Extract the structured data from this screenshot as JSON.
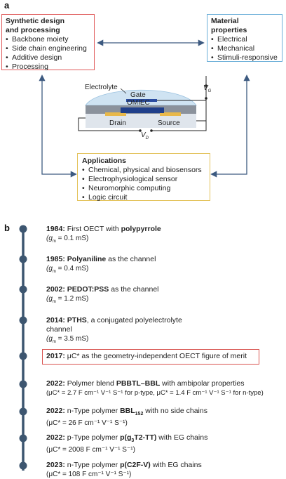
{
  "panel_a": {
    "letter": "a",
    "synthetic": {
      "title_line1": "Synthetic design",
      "title_line2": "and processing",
      "items": [
        "Backbone moiety",
        "Side chain engineering",
        "Additive design",
        "Processing"
      ]
    },
    "material": {
      "title_line1": "Material",
      "title_line2": "properties",
      "items": [
        "Electrical",
        "Mechanical",
        "Stimuli-responsive"
      ]
    },
    "device": {
      "electrolyte": "Electrolyte",
      "gate": "Gate",
      "omiec": "OMIEC",
      "drain": "Drain",
      "source": "Source",
      "vg_main": "V",
      "vg_sub": "G",
      "vd_main": "V",
      "vd_sub": "D"
    },
    "applications": {
      "title": "Applications",
      "items": [
        "Chemical, physical and biosensors",
        "Electrophysiological sensor",
        "Neuromorphic computing",
        "Logic circuit"
      ]
    },
    "colors": {
      "red": "#e05a5a",
      "blue": "#6aaed8",
      "yellow": "#e3c25a",
      "arrow": "#3d5a80"
    }
  },
  "panel_b": {
    "letter": "b",
    "timeline": [
      {
        "year": "1984:",
        "l1a": " First OECT with ",
        "l1b": "polypyrrole",
        "l2": "(g",
        "l2s": "m",
        "l2b": " = 0.1 mS)"
      },
      {
        "year": "1985:",
        "l1a": " ",
        "l1b": "Polyaniline",
        "l1c": " as the channel",
        "l2": "(g",
        "l2s": "m",
        "l2b": " = 0.4 mS)"
      },
      {
        "year": "2002:",
        "l1a": " ",
        "l1b": "PEDOT:PSS",
        "l1c": " as the channel",
        "l2": "(g",
        "l2s": "m",
        "l2b": " = 1.2 mS)"
      },
      {
        "year": "2014:",
        "l1a": " ",
        "l1b": "PTHS",
        "l1c": ", a conjugated polyelectrolyte",
        "l2pre": "channel",
        "l2": "(g",
        "l2s": "m",
        "l2b": " = 3.5 mS)"
      },
      {
        "year": "2017:",
        "l1a": " μC* as the geometry-independent OECT figure of merit"
      },
      {
        "year": "2022:",
        "l1a": " Polymer blend ",
        "l1b": "PBBTL–BBL",
        "l1c": " with ambipolar properties",
        "l2": "(μC* = 2.7 F cm⁻¹ V⁻¹ S⁻¹ for p-type, μC* = 1.4 F cm⁻¹ V⁻¹ S⁻¹ for n-type)"
      },
      {
        "year": "2022:",
        "l1a": " n-Type polymer ",
        "l1b": "BBL",
        "l1bs": "152",
        "l1c": " with no side chains",
        "l2": "(μC* = 26 F cm⁻¹ V⁻¹ S⁻¹)"
      },
      {
        "year": "2022:",
        "l1a": " p-Type polymer ",
        "l1b": "p(g",
        "l1bs": "3",
        "l1b2": "T2-TT)",
        "l1c": " with EG chains",
        "l2": "(μC* = 2008 F cm⁻¹ V⁻¹ S⁻¹)"
      },
      {
        "year": "2023:",
        "l1a": " n-Type polymer ",
        "l1b": "p(C2F-V)",
        "l1c": " with EG chains",
        "l2": "(μC* = 108 F cm⁻¹ V⁻¹ S⁻¹)"
      }
    ],
    "colors": {
      "line": "#3d5670",
      "highlight": "#d9534f"
    }
  }
}
